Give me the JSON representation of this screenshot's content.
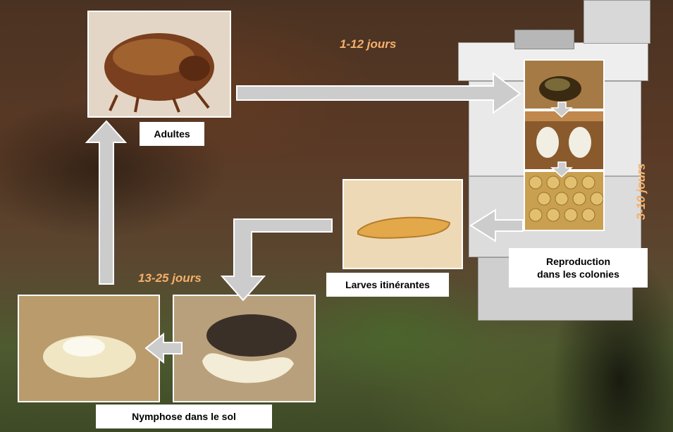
{
  "labels": {
    "adults": "Adultes",
    "reproduction_line1": "Reproduction",
    "reproduction_line2": "dans les colonies",
    "larvae": "Larves itinérantes",
    "pupation": "Nymphose dans le sol"
  },
  "durations": {
    "adults_to_hive": "1-12 jours",
    "hive": "3-10 jours",
    "soil": "13-25 jours"
  },
  "colors": {
    "arrow_fill": "#cccccc",
    "arrow_stroke": "#ffffff",
    "duration_text": "#f5b06a",
    "label_bg": "#ffffff"
  }
}
